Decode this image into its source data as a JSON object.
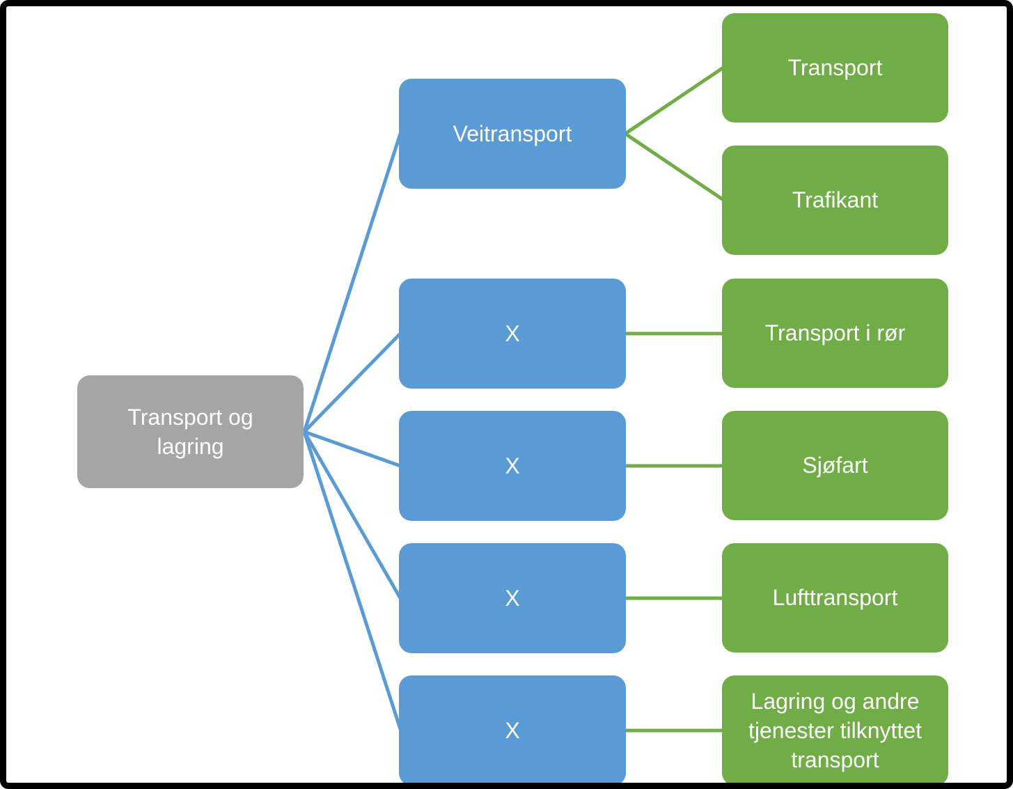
{
  "diagram": {
    "type": "hierarchy",
    "root": {
      "label": "Transport og lagring"
    },
    "mid_nodes": [
      {
        "label": "Veitransport"
      },
      {
        "label": "X"
      },
      {
        "label": "X"
      },
      {
        "label": "X"
      },
      {
        "label": "X"
      }
    ],
    "leaf_nodes": [
      {
        "label": "Transport"
      },
      {
        "label": "Trafikant"
      },
      {
        "label": "Transport i rør"
      },
      {
        "label": "Sjøfart"
      },
      {
        "label": "Lufttransport"
      },
      {
        "label": "Lagring og andre tjenester tilknyttet transport"
      }
    ],
    "edges": [
      {
        "from": "Transport og lagring",
        "to": "Veitransport"
      },
      {
        "from": "Transport og lagring",
        "to": "X (row 2)"
      },
      {
        "from": "Transport og lagring",
        "to": "X (row 3)"
      },
      {
        "from": "Transport og lagring",
        "to": "X (row 4)"
      },
      {
        "from": "Transport og lagring",
        "to": "X (row 5)"
      },
      {
        "from": "Veitransport",
        "to": "Transport"
      },
      {
        "from": "Veitransport",
        "to": "Trafikant"
      },
      {
        "from": "X (row 2)",
        "to": "Transport i rør"
      },
      {
        "from": "X (row 3)",
        "to": "Sjøfart"
      },
      {
        "from": "X (row 4)",
        "to": "Lufttransport"
      },
      {
        "from": "X (row 5)",
        "to": "Lagring og andre tjenester tilknyttet transport"
      }
    ],
    "colors": {
      "root_fill": "#A5A5A5",
      "mid_fill": "#5B9BD5",
      "leaf_fill": "#70AD47",
      "label_text": "#FFFFFF",
      "frame": "#000000",
      "background": "#FFFFFF"
    }
  }
}
